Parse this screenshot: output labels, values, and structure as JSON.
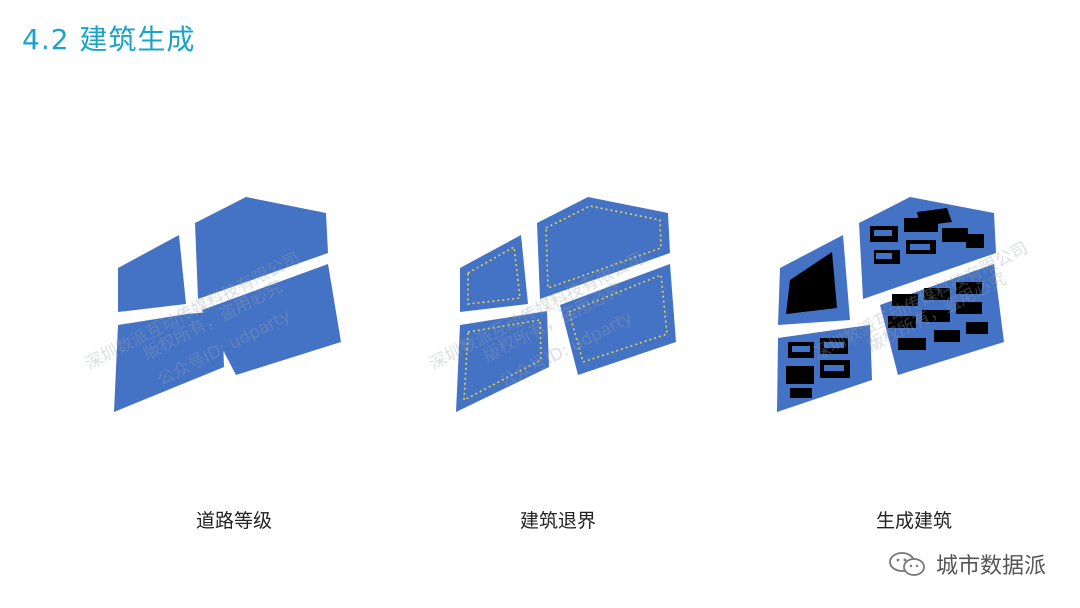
{
  "title": "4.2 建筑生成",
  "captions": [
    "道路等级",
    "建筑退界",
    "生成建筑"
  ],
  "watermark": {
    "line1": "深圳数派互动传媒科技有限公司",
    "line2": "版权所有，盗用必究",
    "line3": "公众号ID: udparty"
  },
  "footer": {
    "brand": "城市数据派",
    "icon": "wechat-icon"
  },
  "colors": {
    "block": "#4472c4",
    "title": "#1aa3c8",
    "setback": "#e8d24a",
    "building": "#000000"
  }
}
